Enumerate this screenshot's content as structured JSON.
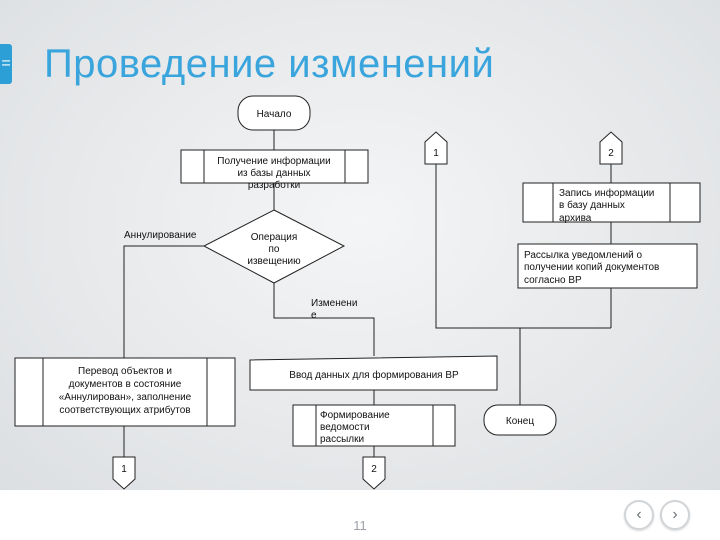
{
  "slide": {
    "title": "Проведение изменений",
    "page_number": "11"
  },
  "nav": {
    "prev_symbol": "‹",
    "next_symbol": "›",
    "tab_symbol": "="
  },
  "flow": {
    "start": "Начало",
    "get_info": [
      "Получение информации",
      "из базы данных",
      "разработки"
    ],
    "decision": [
      "Операция",
      "по",
      "извещению"
    ],
    "branch_cancel": "Аннулирование",
    "branch_change": [
      "Изменени",
      "е"
    ],
    "cancel_process": [
      "Перевод объектов и",
      "документов в состояние",
      "«Аннулирован», заполнение",
      "соответствующих атрибутов"
    ],
    "input_data": "Ввод данных для формирования ВР",
    "form_list": [
      "Формирование",
      "ведомости",
      "рассылки"
    ],
    "connector_1": "1",
    "connector_2": "2",
    "archive_record": [
      "Запись информации",
      "в базу данных",
      "архива"
    ],
    "notify": [
      "Рассылка уведомлений о",
      "получении копий документов",
      "согласно ВР"
    ],
    "end": "Конец"
  }
}
